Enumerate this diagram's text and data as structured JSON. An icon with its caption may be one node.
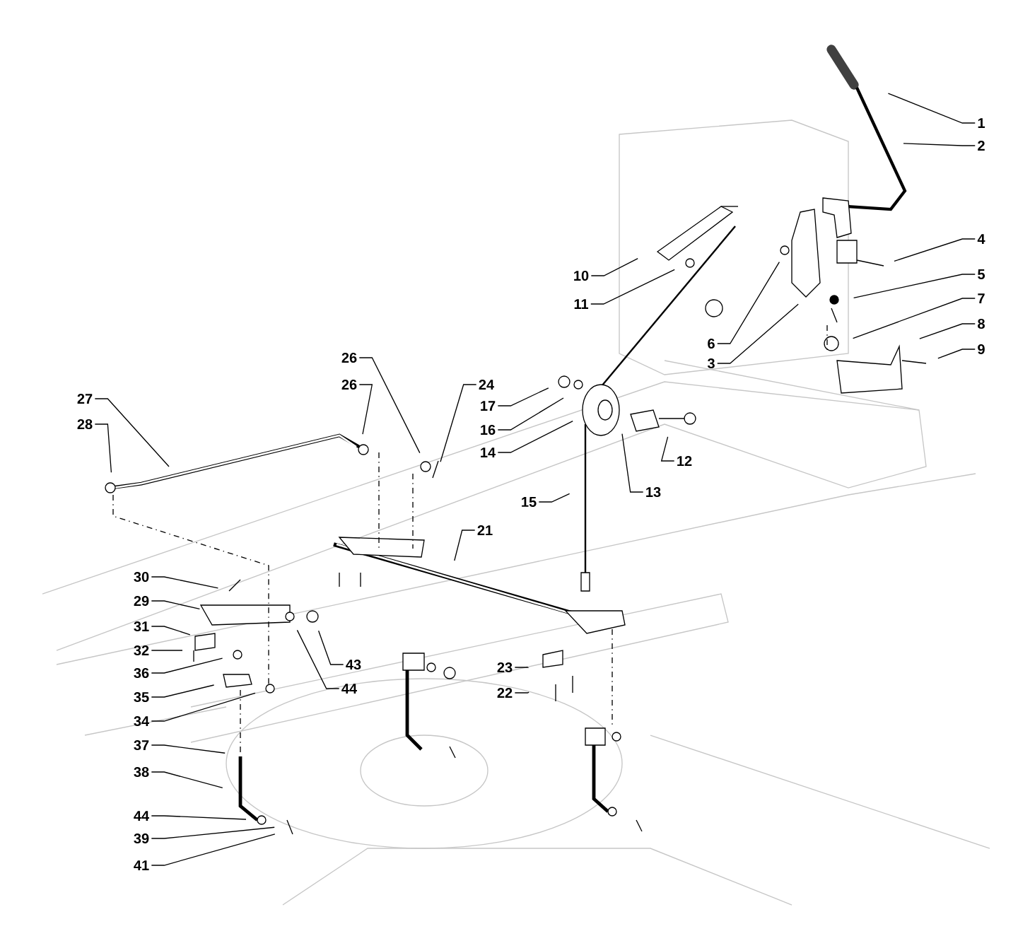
{
  "diagram": {
    "nodes": [
      {
        "text": [
          "1"
        ]
      },
      {
        "text": [
          "2"
        ]
      },
      {
        "text": [
          "10"
        ]
      },
      {
        "text": [
          "4"
        ]
      },
      {
        "text": [
          "5"
        ]
      },
      {
        "text": [
          "11"
        ]
      },
      {
        "text": [
          "6"
        ]
      },
      {
        "text": [
          "7"
        ]
      },
      {
        "text": [
          "8"
        ]
      },
      {
        "text": [
          "3"
        ]
      },
      {
        "text": [
          "9"
        ]
      },
      {
        "text": [
          "26"
        ]
      },
      {
        "text": [
          "26"
        ]
      },
      {
        "text": [
          "24"
        ]
      },
      {
        "text": [
          "17"
        ]
      },
      {
        "text": [
          "27"
        ]
      },
      {
        "text": [
          "16"
        ]
      },
      {
        "text": [
          "28"
        ]
      },
      {
        "text": [
          "14"
        ]
      },
      {
        "text": [
          "12"
        ]
      },
      {
        "text": [
          "13"
        ]
      },
      {
        "text": [
          "15"
        ]
      },
      {
        "text": [
          "21"
        ]
      },
      {
        "text": [
          "30"
        ]
      },
      {
        "text": [
          "29"
        ]
      },
      {
        "text": [
          "31"
        ]
      },
      {
        "text": [
          "43"
        ]
      },
      {
        "text": [
          "32"
        ]
      },
      {
        "text": [
          "23"
        ]
      },
      {
        "text": [
          "36"
        ]
      },
      {
        "text": [
          "44"
        ]
      },
      {
        "text": [
          "35"
        ]
      },
      {
        "text": [
          "22"
        ]
      },
      {
        "text": [
          "34"
        ]
      },
      {
        "text": [
          "37"
        ]
      },
      {
        "text": [
          "38"
        ]
      },
      {
        "text": [
          "44"
        ]
      },
      {
        "text": [
          "39"
        ]
      },
      {
        "text": [
          "41"
        ]
      }
    ],
    "edges": [
      {
        "from": 0,
        "to": null,
        "arrow": "none"
      },
      {
        "from": 1,
        "to": null,
        "arrow": "none"
      },
      {
        "from": 2,
        "to": null,
        "arrow": "none"
      },
      {
        "from": 3,
        "to": null,
        "arrow": "none"
      },
      {
        "from": 4,
        "to": null,
        "arrow": "none"
      },
      {
        "from": 5,
        "to": null,
        "arrow": "none"
      },
      {
        "from": 6,
        "to": null,
        "arrow": "none"
      },
      {
        "from": 7,
        "to": null,
        "arrow": "none"
      },
      {
        "from": 8,
        "to": null,
        "arrow": "none"
      },
      {
        "from": 9,
        "to": null,
        "arrow": "none"
      },
      {
        "from": 10,
        "to": null,
        "arrow": "none"
      },
      {
        "from": 11,
        "to": null,
        "arrow": "none"
      },
      {
        "from": 12,
        "to": null,
        "arrow": "none"
      },
      {
        "from": 13,
        "to": null,
        "arrow": "none"
      },
      {
        "from": 14,
        "to": null,
        "arrow": "none"
      },
      {
        "from": 15,
        "to": null,
        "arrow": "none"
      },
      {
        "from": 16,
        "to": null,
        "arrow": "none"
      },
      {
        "from": 17,
        "to": null,
        "arrow": "none"
      },
      {
        "from": 18,
        "to": null,
        "arrow": "none"
      },
      {
        "from": 19,
        "to": null,
        "arrow": "none"
      },
      {
        "from": 20,
        "to": null,
        "arrow": "none"
      },
      {
        "from": 21,
        "to": null,
        "arrow": "none"
      },
      {
        "from": 22,
        "to": null,
        "arrow": "none"
      },
      {
        "from": 23,
        "to": null,
        "arrow": "none"
      },
      {
        "from": 24,
        "to": null,
        "arrow": "none"
      },
      {
        "from": 25,
        "to": null,
        "arrow": "none"
      },
      {
        "from": 26,
        "to": null,
        "arrow": "none"
      },
      {
        "from": 27,
        "to": null,
        "arrow": "none"
      },
      {
        "from": 28,
        "to": null,
        "arrow": "none"
      },
      {
        "from": 29,
        "to": null,
        "arrow": "none"
      },
      {
        "from": 30,
        "to": null,
        "arrow": "none"
      },
      {
        "from": 31,
        "to": null,
        "arrow": "none"
      },
      {
        "from": 32,
        "to": null,
        "arrow": "none"
      },
      {
        "from": 33,
        "to": null,
        "arrow": "none"
      },
      {
        "from": 34,
        "to": null,
        "arrow": "none"
      },
      {
        "from": 35,
        "to": null,
        "arrow": "none"
      },
      {
        "from": 36,
        "to": null,
        "arrow": "none"
      },
      {
        "from": 37,
        "to": null,
        "arrow": "none"
      },
      {
        "from": 38,
        "to": null,
        "arrow": "none"
      }
    ]
  }
}
